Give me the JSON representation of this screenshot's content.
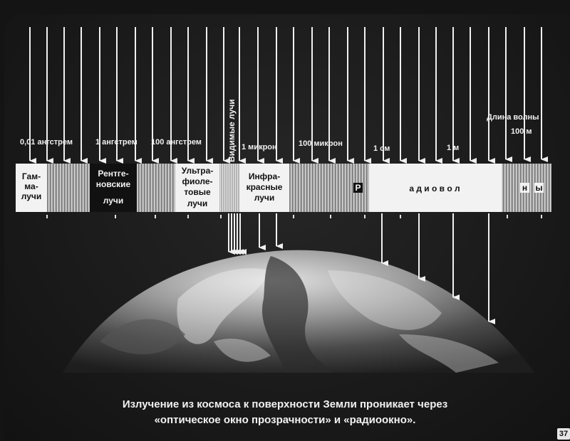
{
  "scale_labels": [
    {
      "name": "scale-label-0-01-angstrom",
      "text": "0,01 ангстрем"
    },
    {
      "name": "scale-label-1-angstrom",
      "text": "1 ангстрем"
    },
    {
      "name": "scale-label-100-angstrom",
      "text": "100 ангстрем"
    },
    {
      "name": "scale-label-1-micron",
      "text": "1 микрон"
    },
    {
      "name": "scale-label-100-micron",
      "text": "100 микрон"
    },
    {
      "name": "scale-label-1-cm",
      "text": "1 см"
    },
    {
      "name": "scale-label-1-m",
      "text": "1 м"
    },
    {
      "name": "scale-label-wavelength",
      "text": "Длина волны"
    },
    {
      "name": "scale-label-100-m",
      "text": "100 м"
    }
  ],
  "visible_rays_label": "Видимые лучи",
  "bands": {
    "gamma": [
      "Гам-",
      "ма-",
      "лучи"
    ],
    "xray": [
      "Рентге-",
      "новские",
      "лучи"
    ],
    "uv": [
      "Ультра-",
      "фиоле-",
      "товые",
      "лучи"
    ],
    "ir": [
      "Инфра-",
      "красные",
      "лучи"
    ],
    "radio_boxed_first": "Р",
    "radio_middle": "а д и о в о л",
    "radio_boxed_n": "н",
    "radio_boxed_last": "ы"
  },
  "caption": {
    "line1": "Излучение из космоса к поверхности Земли проникает через",
    "line2": "«оптическое окно прозрачности» и «радиоокно»."
  },
  "page_number": "37",
  "colors": {
    "background": "#141414",
    "arrow": "#f0f0f0",
    "band_light": "#f2f2f2",
    "band_dark": "#111111",
    "earth_light": "#d8d8d8",
    "earth_dark": "#3a3a3a"
  }
}
